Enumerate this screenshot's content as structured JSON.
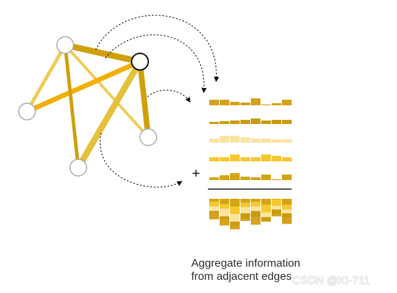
{
  "colors": {
    "edge_light": "#f0ca54",
    "edge_mid": "#e5c13a",
    "edge_orange": "#f2b006",
    "edge_dark": "#cfa00a",
    "node_fill": "#ffffff",
    "node_stroke_default": "#a9a9a9",
    "node_stroke_selected": "#111111",
    "arrow": "#111111",
    "divider": "#111111",
    "caption_text": "#2a2a2a"
  },
  "message_rows": [
    {
      "color": "#d4a21c",
      "values": [
        0.8,
        0.8,
        0.5,
        0.4,
        1.0,
        0.0,
        0.3,
        0.8
      ]
    },
    {
      "color": "#c99b10",
      "values": [
        0.3,
        0.4,
        0.5,
        0.6,
        0.8,
        0.5,
        0.6,
        0.6
      ]
    },
    {
      "color": "#fbe3a0",
      "values": [
        0.6,
        1.0,
        1.0,
        0.8,
        0.6,
        0.6,
        0.5,
        0.5
      ]
    },
    {
      "color": "#f5c830",
      "values": [
        0.6,
        0.6,
        1.0,
        0.6,
        0.6,
        1.0,
        0.8,
        0.6
      ]
    },
    {
      "color": "#d3a514",
      "values": [
        0.4,
        0.7,
        1.0,
        0.5,
        0.4,
        0.8,
        0.1,
        0.8
      ]
    }
  ],
  "aggregate_stack_colors": [
    "#d3a514",
    "#f5c830",
    "#fbe3a0",
    "#c99b10",
    "#d4a21c"
  ],
  "plus_sign": "+",
  "caption": {
    "line1": "Aggregate information",
    "line2": "from adjacent edges"
  },
  "watermark": "CSDN @KI-711"
}
